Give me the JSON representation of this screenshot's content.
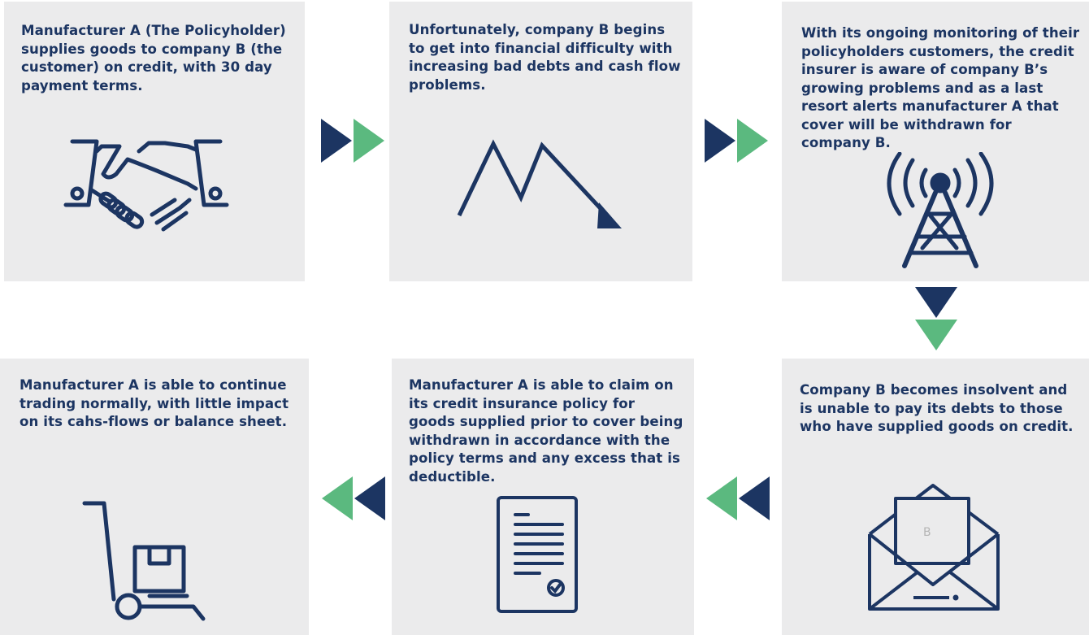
{
  "colors": {
    "navy": "#1c3562",
    "green": "#5bb97f",
    "panel": "#ebebec"
  },
  "steps": {
    "s1": {
      "text": "Manufacturer A (The Policyholder) supplies goods to company B (the customer) on credit, with 30 day payment terms.",
      "icon": "handshake-icon"
    },
    "s2": {
      "text": "Unfortunately, company B begins to get into financial difficulty with increasing bad debts and cash flow problems.",
      "icon": "trend-down-icon"
    },
    "s3": {
      "text": "With its ongoing monitoring of their policyholders customers, the credit insurer is aware of company B’s growing problems and as a last resort alerts manufacturer A that cover will be withdrawn for company B.",
      "icon": "signal-tower-icon"
    },
    "s4": {
      "text": "Company B becomes insolvent and is unable to pay its debts to those who have supplied goods on credit.",
      "icon": "open-envelope-icon"
    },
    "s5": {
      "lead": "Manufacturer A",
      "text": " is able to claim on its credit insurance policy for goods supplied prior to cover being withdrawn in accordance with the policy terms and any excess that is deductible.",
      "icon": "policy-document-icon"
    },
    "s6": {
      "text": "Manufacturer A is able to continue trading normally, with little impact on its cahs-flows or balance sheet.",
      "icon": "hand-truck-icon"
    }
  }
}
